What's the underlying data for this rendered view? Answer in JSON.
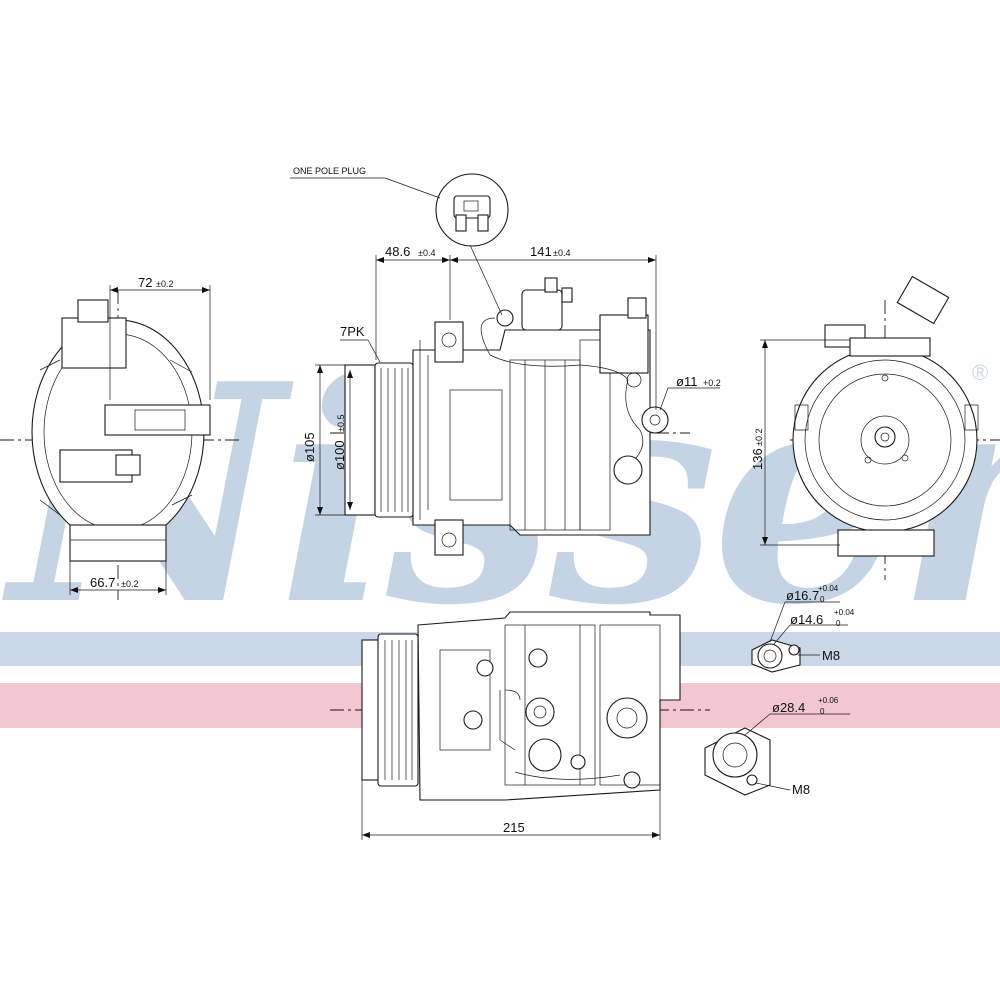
{
  "watermark": {
    "text": "Nissens",
    "registered_mark": "®"
  },
  "stripes": {
    "blue": "#c9d7e6",
    "pink": "#f2c7d1"
  },
  "labels": {
    "plug": "ONE POLE PLUG",
    "groove": "7PK",
    "thread_top": "M8",
    "thread_bottom": "M8"
  },
  "dimensions": {
    "top_width": "72",
    "top_width_tol": "±0.2",
    "bottom_width": "66.7",
    "bottom_width_tol": "±0.2",
    "offset": "48.6",
    "offset_tol": "±0.4",
    "length": "141",
    "length_tol": "±0.4",
    "pulley_dia": "ø105",
    "pulley_inner_dia": "ø100",
    "pulley_inner_tol": "±0.5",
    "mount_hole": "ø11",
    "mount_hole_tol": "+0.2",
    "height": "136",
    "height_tol": "±0.2",
    "overall_length": "215",
    "port1_dia": "ø16.7",
    "port1_tol_upper": "+0.04",
    "port1_tol_lower": "0",
    "port2_dia": "ø14.6",
    "port2_tol_upper": "+0.04",
    "port2_tol_lower": "0",
    "port3_dia": "ø28.4",
    "port3_tol_upper": "+0.06",
    "port3_tol_lower": "0"
  }
}
